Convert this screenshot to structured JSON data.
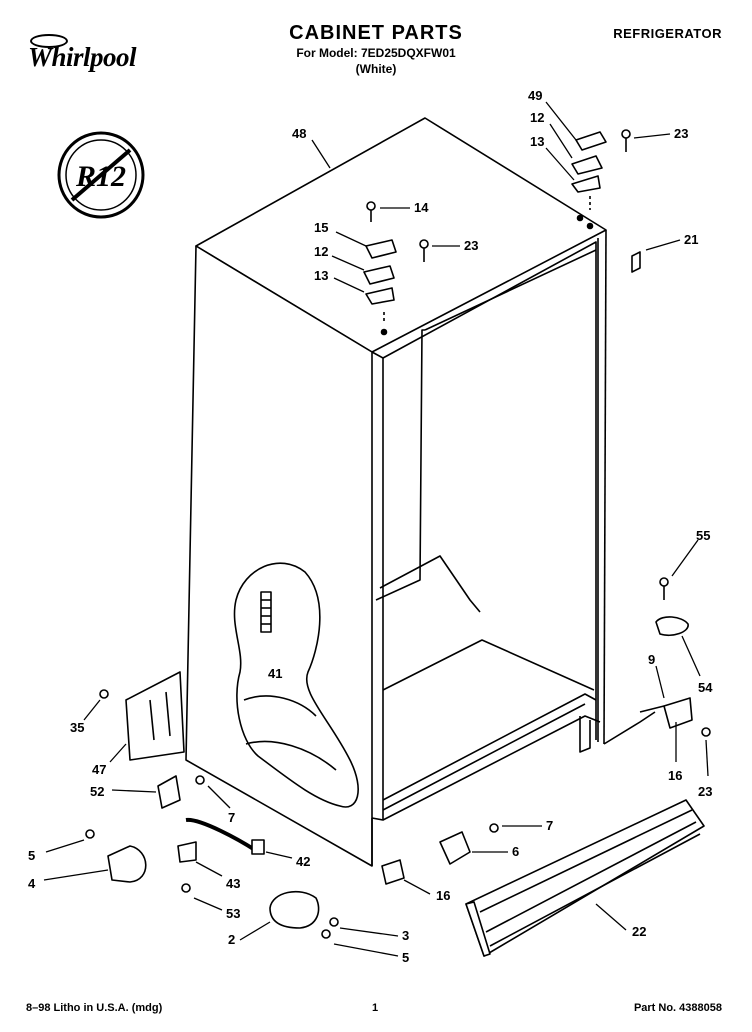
{
  "header": {
    "brand": "Whirlpool",
    "title": "CABINET PARTS",
    "model_line": "For Model: 7ED25DQXFW01",
    "color_line": "(White)",
    "category": "REFRIGERATOR"
  },
  "badge": {
    "text": "R12"
  },
  "footer": {
    "left": "8–98 Litho in U.S.A. (mdg)",
    "page": "1",
    "part_no": "Part No. 4388058"
  },
  "callouts": [
    "48",
    "49",
    "12",
    "13",
    "23",
    "14",
    "15",
    "12",
    "23",
    "13",
    "21",
    "55",
    "54",
    "9",
    "16",
    "23",
    "41",
    "35",
    "47",
    "52",
    "7",
    "5",
    "4",
    "42",
    "43",
    "53",
    "7",
    "6",
    "16",
    "22",
    "2",
    "3",
    "5"
  ]
}
